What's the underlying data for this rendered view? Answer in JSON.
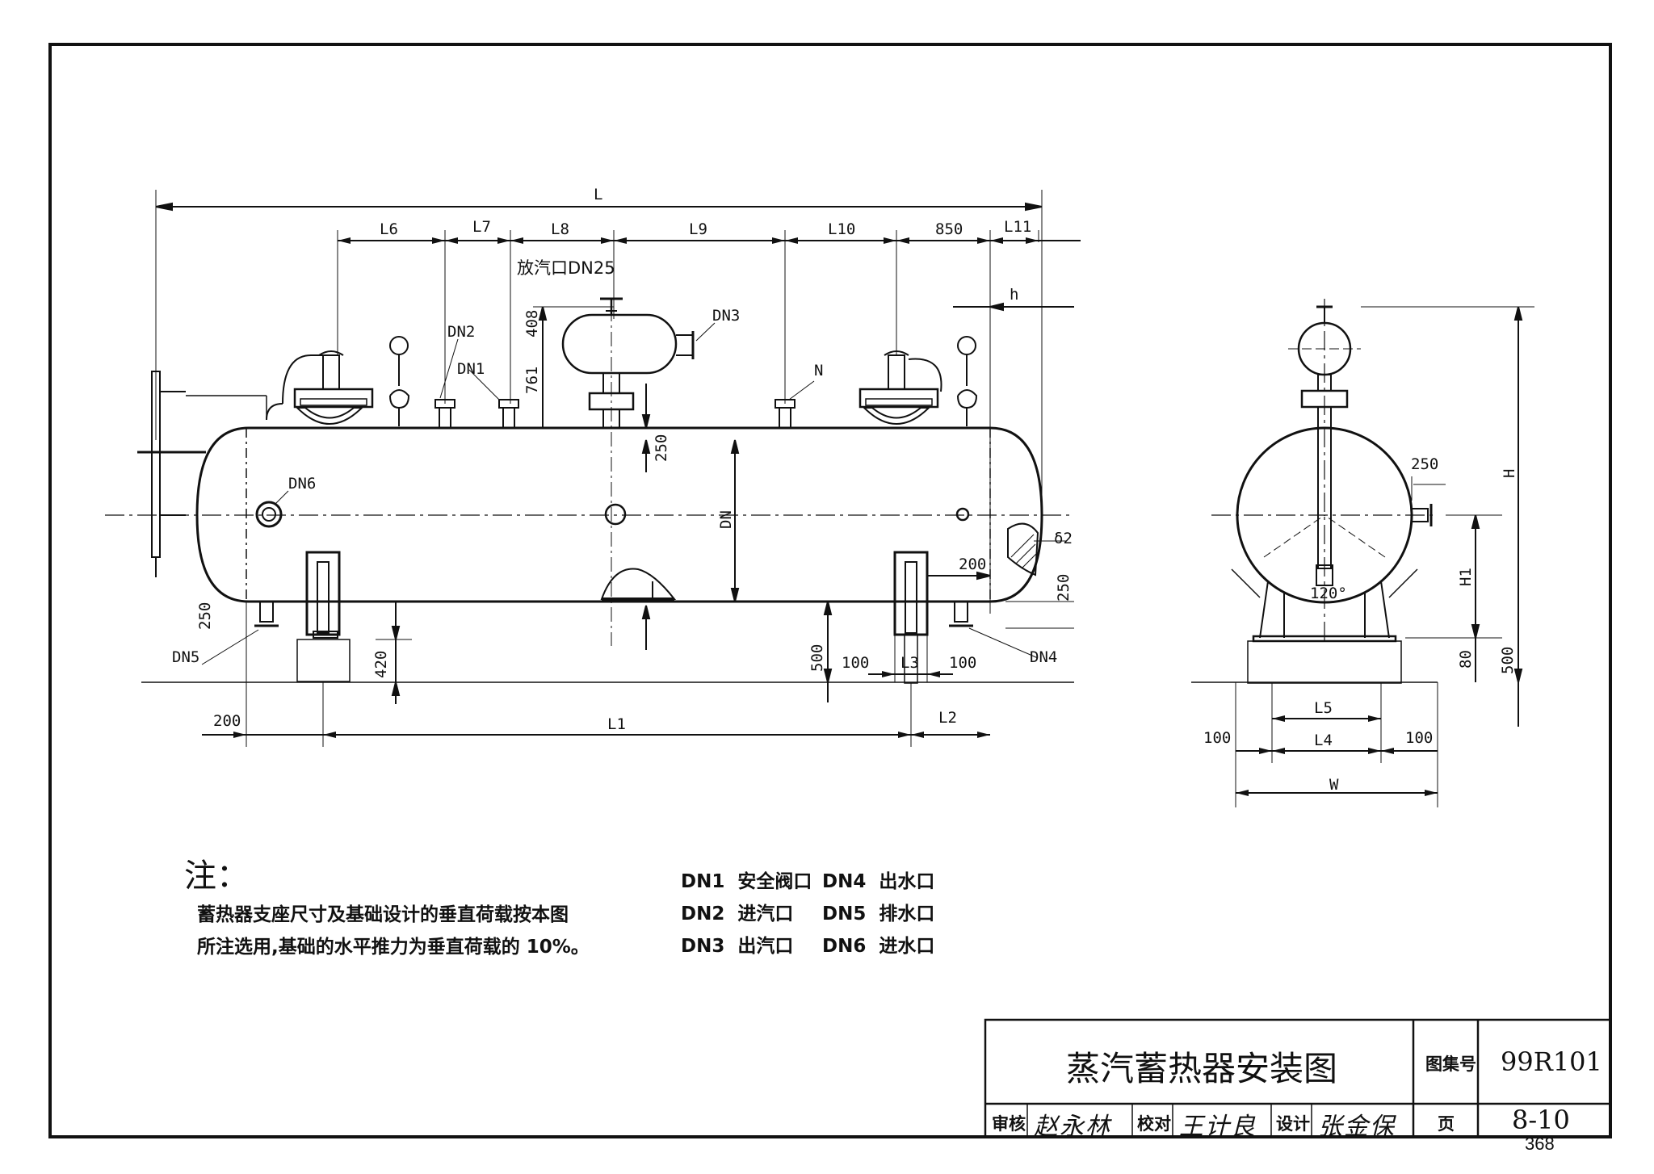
{
  "drawing": {
    "front_view": {
      "overall_length_label": "L",
      "segment_labels": [
        "L6",
        "L7",
        "L8",
        "L9",
        "L10",
        "850",
        "L11"
      ],
      "vent_label": "放汽口DN25",
      "nozzle_labels": [
        "DN3",
        "DN2",
        "DN1",
        "N",
        "DN6",
        "DN5",
        "DN4"
      ],
      "vertical_dims": [
        "408",
        "761",
        "250",
        "DN",
        "250",
        "420",
        "500",
        "250"
      ],
      "right_dims": [
        "h",
        "δ2",
        "200"
      ],
      "bottom_dims": [
        "200",
        "L1",
        "L2",
        "100",
        "L3",
        "100"
      ]
    },
    "side_view": {
      "dims": [
        "250",
        "H",
        "H1",
        "80",
        "500",
        "L5",
        "L4",
        "100",
        "100",
        "W"
      ],
      "angle_label": "120°"
    }
  },
  "notes": {
    "title": "注：",
    "lines": [
      "蓄热器支座尺寸及基础设计的垂直荷载按本图",
      "所注选用,基础的水平推力为垂直荷载的 10%。"
    ]
  },
  "legend": [
    {
      "code": "DN1",
      "text": "安全阀口"
    },
    {
      "code": "DN2",
      "text": "进汽口"
    },
    {
      "code": "DN3",
      "text": "出汽口"
    },
    {
      "code": "DN4",
      "text": "出水口"
    },
    {
      "code": "DN5",
      "text": "排水口"
    },
    {
      "code": "DN6",
      "text": "进水口"
    }
  ],
  "title_block": {
    "title": "蒸汽蓄热器安装图",
    "atlas_label": "图集号",
    "atlas_no": "99R101",
    "review_label": "审核",
    "review_sig": "赵永林",
    "check_label": "校对",
    "check_sig": "王计良",
    "design_label": "设计",
    "design_sig": "张金保",
    "page_label": "页",
    "page_no": "8-10"
  },
  "page_number": "368"
}
